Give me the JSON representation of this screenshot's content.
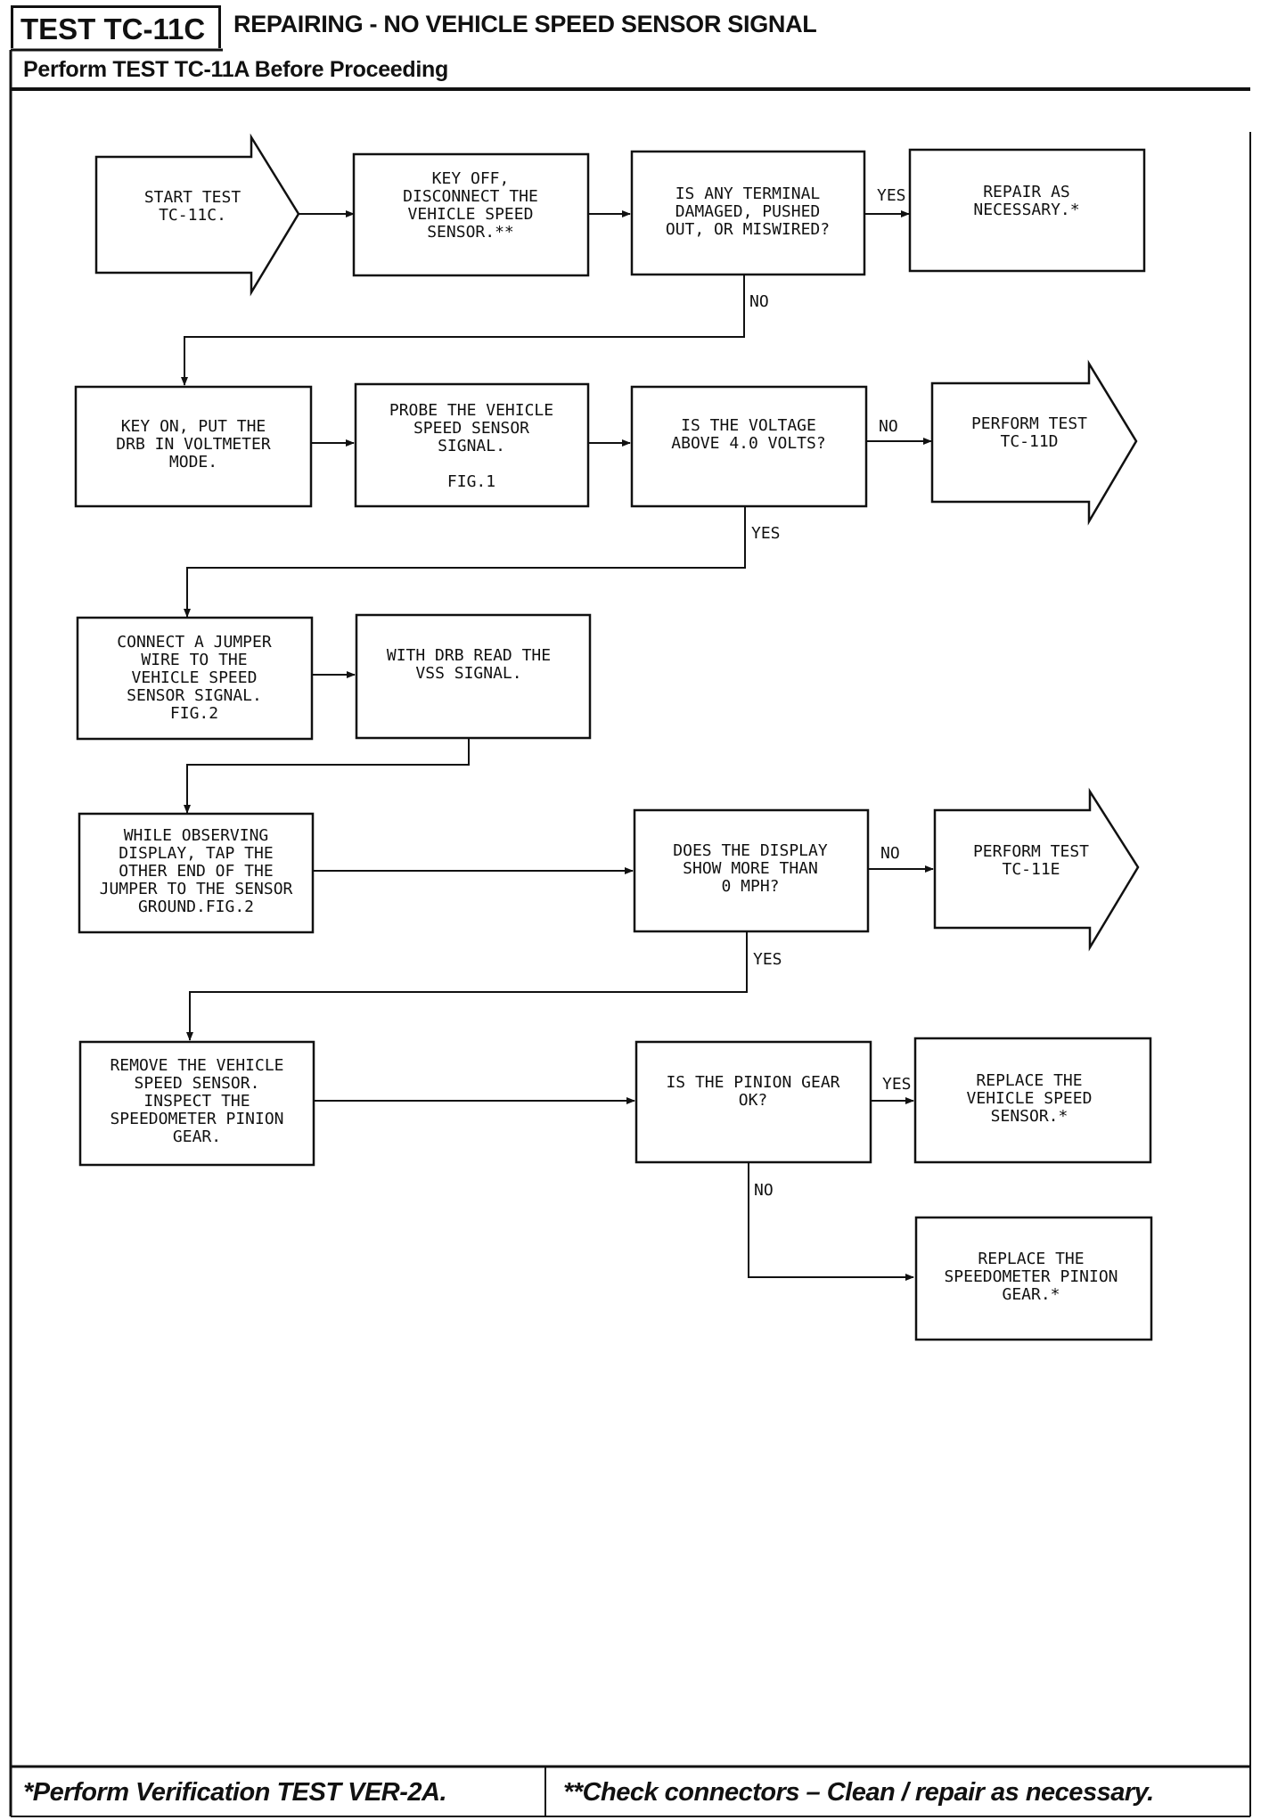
{
  "header": {
    "test_id": "TEST TC-11C",
    "title": "REPAIRING - NO VEHICLE SPEED SENSOR SIGNAL",
    "subtitle": "Perform TEST TC-11A Before Proceeding"
  },
  "flowchart": {
    "nodes": {
      "start": [
        "START TEST",
        "TC-11C."
      ],
      "key_off": [
        "KEY OFF,",
        "DISCONNECT THE",
        "VEHICLE SPEED",
        "SENSOR.**"
      ],
      "terminal_check": [
        "IS ANY TERMINAL",
        "DAMAGED, PUSHED",
        "OUT, OR MISWIRED?"
      ],
      "repair": [
        "REPAIR AS",
        "NECESSARY.*"
      ],
      "key_on": [
        "KEY ON, PUT THE",
        "DRB IN VOLTMETER",
        "MODE."
      ],
      "probe": [
        "PROBE THE VEHICLE",
        "SPEED SENSOR",
        "SIGNAL.",
        "",
        "FIG.1"
      ],
      "voltage_check": [
        "IS THE VOLTAGE",
        "ABOVE 4.0 VOLTS?"
      ],
      "perform_11d": [
        "PERFORM TEST",
        "TC-11D"
      ],
      "jumper": [
        "CONNECT A JUMPER",
        "WIRE TO THE",
        "VEHICLE SPEED",
        "SENSOR SIGNAL.",
        "FIG.2"
      ],
      "read_vss": [
        "WITH DRB READ THE",
        "VSS SIGNAL."
      ],
      "tap": [
        "WHILE OBSERVING",
        "DISPLAY, TAP THE",
        "OTHER END OF THE",
        "JUMPER TO THE SENSOR",
        "GROUND.FIG.2"
      ],
      "display_check": [
        "DOES THE DISPLAY",
        "SHOW MORE THAN",
        "0 MPH?"
      ],
      "perform_11e": [
        "PERFORM TEST",
        "TC-11E"
      ],
      "remove": [
        "REMOVE THE VEHICLE",
        "SPEED SENSOR.",
        "INSPECT THE",
        "SPEEDOMETER PINION",
        "GEAR."
      ],
      "pinion_check": [
        "IS THE PINION GEAR",
        "OK?"
      ],
      "replace_sensor": [
        "REPLACE THE",
        "VEHICLE SPEED",
        "SENSOR.*"
      ],
      "replace_gear": [
        "REPLACE THE",
        "SPEEDOMETER PINION",
        "GEAR.*"
      ]
    },
    "branch_labels": {
      "terminal_yes": "YES",
      "terminal_no": "NO",
      "voltage_no": "NO",
      "voltage_yes": "YES",
      "display_no": "NO",
      "display_yes": "YES",
      "pinion_yes": "YES",
      "pinion_no": "NO"
    }
  },
  "footer": {
    "note_left": "*Perform Verification TEST VER-2A.",
    "note_right": "**Check connectors – Clean / repair as necessary."
  }
}
